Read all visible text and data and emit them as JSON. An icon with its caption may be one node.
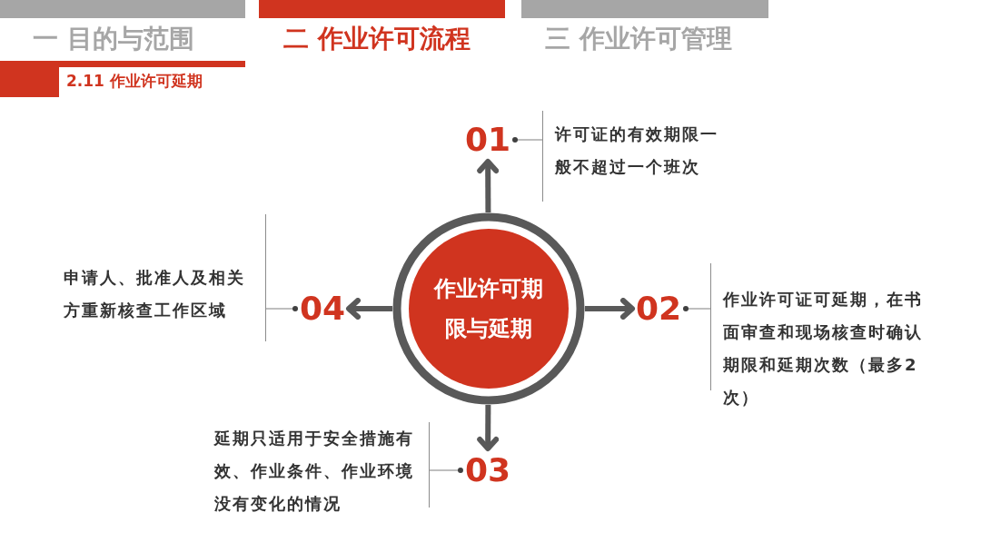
{
  "diagram": {
    "nodes": [
      {
        "text": [
          "作业许可期限与延期"
        ]
      },
      {
        "text": [
          "01"
        ]
      },
      {
        "text": [
          "02"
        ]
      },
      {
        "text": [
          "03"
        ]
      },
      {
        "text": [
          "04"
        ]
      },
      {
        "text": [
          "许可证的有效期限一般不超过一个班次"
        ]
      },
      {
        "text": [
          "作业许可证可延期，在书面审查和现场核查时确认期限和延期次数（最多2次）"
        ]
      },
      {
        "text": [
          "延期只适用于安全措施有效、作业条件、作业环境没有变化的情况"
        ]
      },
      {
        "text": [
          "申请人、批准人及相关方重新核查工作区域"
        ]
      }
    ],
    "edges": [
      {
        "from": 0,
        "to": 1,
        "arrow": "to",
        "style": "thick",
        "color": "#595959"
      },
      {
        "from": 0,
        "to": 2,
        "arrow": "to",
        "style": "thick",
        "color": "#595959"
      },
      {
        "from": 0,
        "to": 3,
        "arrow": "to",
        "style": "thick",
        "color": "#595959"
      },
      {
        "from": 0,
        "to": 4,
        "arrow": "to",
        "style": "thick",
        "color": "#595959"
      },
      {
        "from": 1,
        "to": 5,
        "arrow": "other"
      },
      {
        "from": 2,
        "to": 6,
        "arrow": "other"
      },
      {
        "from": 3,
        "to": 7,
        "arrow": "other"
      },
      {
        "from": 4,
        "to": 8,
        "arrow": "other"
      }
    ],
    "labels": [
      "一 目的与范围",
      "二 作业许可流程",
      "三 作业许可管理",
      "2.11 作业许可延期"
    ]
  }
}
